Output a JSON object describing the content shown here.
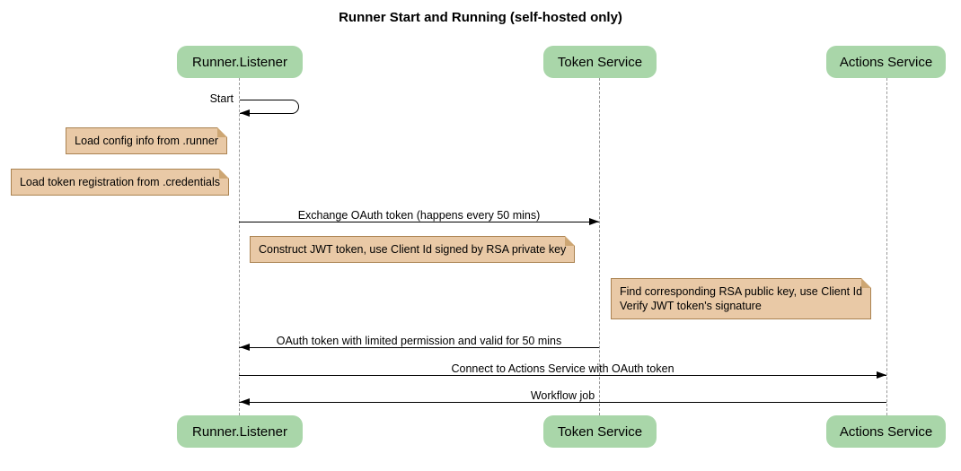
{
  "title": "Runner Start and Running (self-hosted only)",
  "diagram_type": "sequence",
  "colors": {
    "participant_fill": "#A9D6A9",
    "note_fill": "#E9C9A6",
    "note_border": "#AA8250",
    "lifeline": "#999999",
    "line": "#000000",
    "background": "#FFFFFF"
  },
  "participants": [
    {
      "label": "Runner.Listener"
    },
    {
      "label": "Token Service"
    },
    {
      "label": "Actions Service"
    }
  ],
  "messages": [
    {
      "label": "Start",
      "from": "Runner.Listener",
      "to": "Runner.Listener",
      "type": "self"
    },
    {
      "label": "Exchange OAuth token (happens every 50 mins)",
      "from": "Runner.Listener",
      "to": "Token Service",
      "type": "solid"
    },
    {
      "label": "OAuth token with limited permission and valid for 50 mins",
      "from": "Token Service",
      "to": "Runner.Listener",
      "type": "solid"
    },
    {
      "label": "Connect to Actions Service with OAuth token",
      "from": "Runner.Listener",
      "to": "Actions Service",
      "type": "solid"
    },
    {
      "label": "Workflow job",
      "from": "Actions Service",
      "to": "Runner.Listener",
      "type": "solid"
    }
  ],
  "notes": [
    {
      "text": "Load config info from .runner",
      "position": "left of Runner.Listener"
    },
    {
      "text": "Load token registration from .credentials",
      "position": "left of Runner.Listener"
    },
    {
      "text": "Construct JWT token, use Client Id signed by RSA private key",
      "position": "between Runner.Listener and Token Service"
    },
    {
      "line1": "Find corresponding RSA public key, use Client Id",
      "line2": "Verify JWT token's signature",
      "position": "between Token Service and Actions Service"
    }
  ]
}
